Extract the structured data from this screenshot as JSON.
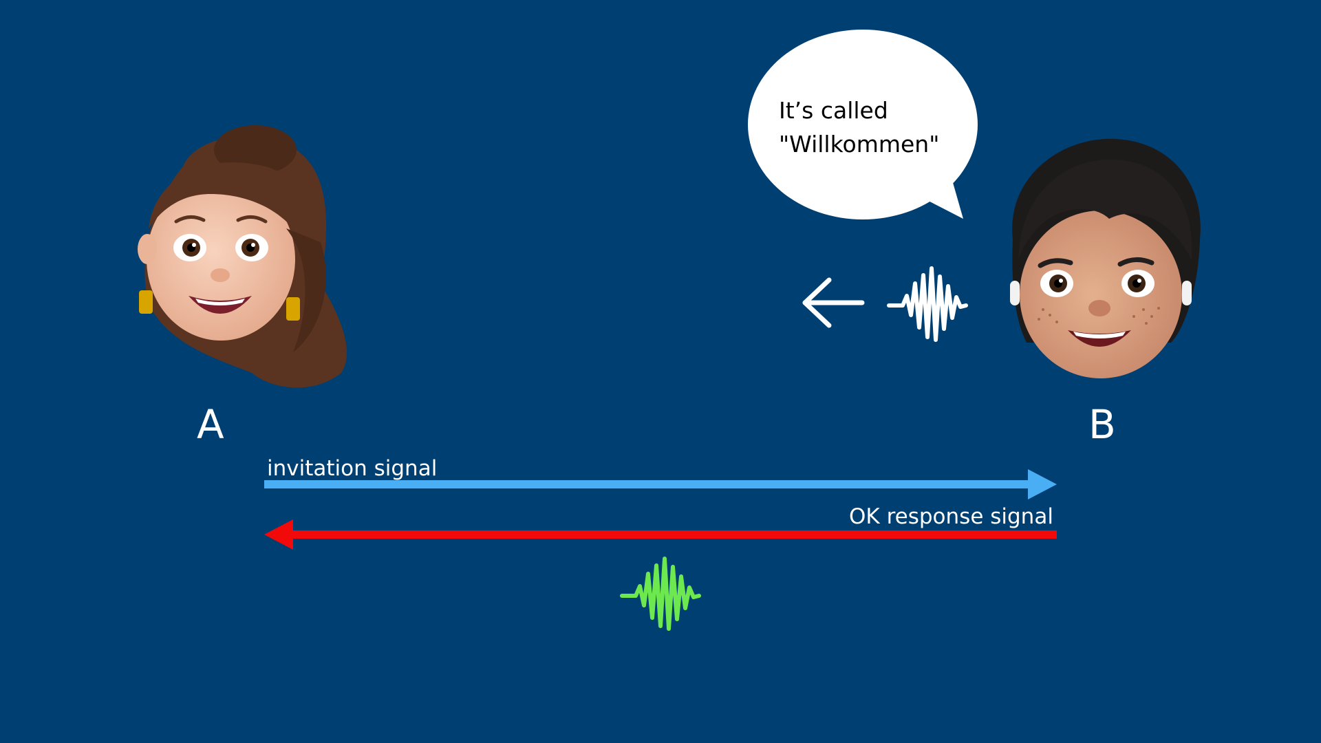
{
  "participants": {
    "a": {
      "label": "A"
    },
    "b": {
      "label": "B"
    }
  },
  "speech_bubble": {
    "line1": "It’s called",
    "line2": "\"Willkommen\""
  },
  "signals": {
    "invitation": {
      "label": "invitation signal",
      "color": "#4aaef5",
      "direction": "A to B"
    },
    "response": {
      "label": "OK response signal",
      "color": "#f20a0a",
      "direction": "B to A"
    }
  },
  "colors": {
    "background": "#003f72",
    "soundwave_active": "#6ee84f",
    "soundwave_outgoing": "#ffffff"
  },
  "icons": [
    "memoji-woman-icon",
    "memoji-boy-icon",
    "left-arrow-icon",
    "soundwave-icon",
    "soundwave-green-icon",
    "speech-bubble-icon"
  ]
}
